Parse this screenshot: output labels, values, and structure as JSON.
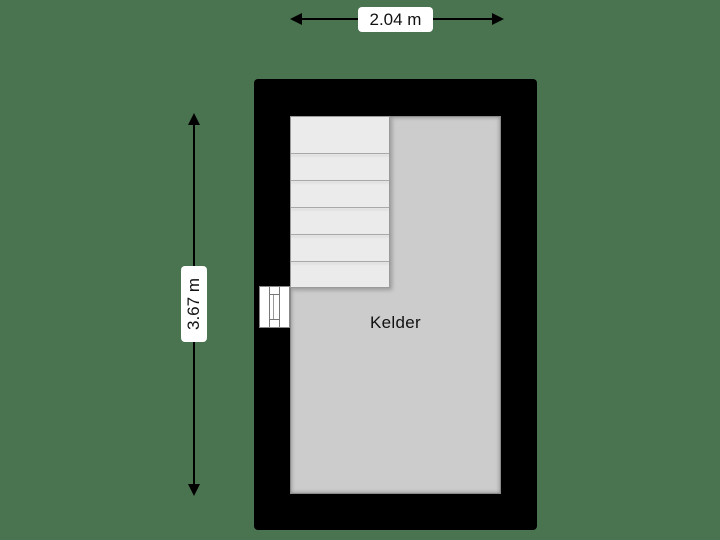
{
  "floorplan": {
    "room_label": "Kelder",
    "width_dimension": "2.04 m",
    "height_dimension": "3.67 m",
    "stairs": {
      "step_count": 6
    },
    "colors": {
      "background": "#4a7350",
      "wall": "#000000",
      "room_floor": "#cccccc",
      "stairs": "#ebebeb",
      "dimension_label_bg": "#ffffff"
    }
  }
}
